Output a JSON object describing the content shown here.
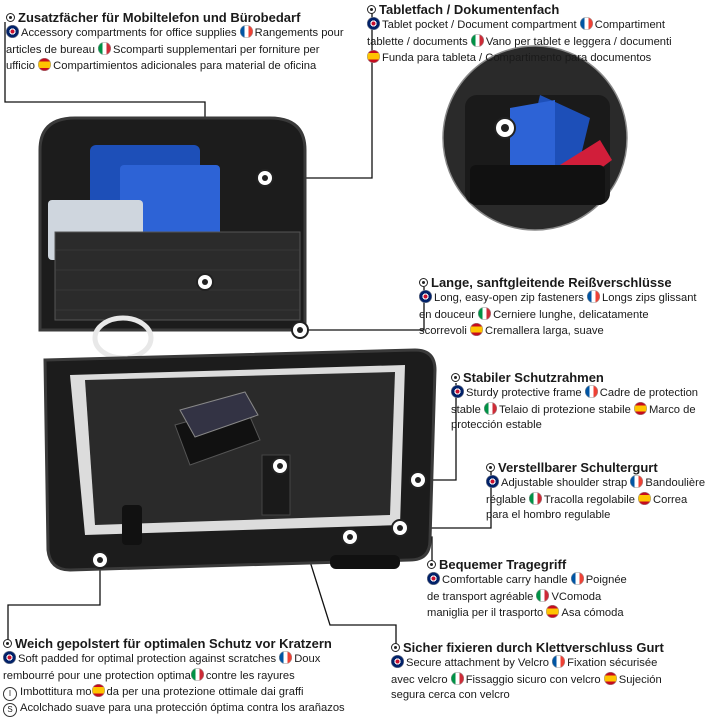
{
  "callouts": [
    {
      "id": "accessory",
      "title": "Zusatzfächer für Mobiltelefon und Bürobedarf",
      "lines": [
        [
          {
            "flag": "uk",
            "text": "Accessory compartments for office supplies "
          },
          {
            "flag": "fr",
            "text": "Rangements pour"
          }
        ],
        [
          {
            "text": "articles de bureau "
          },
          {
            "flag": "it",
            "text": "Scomparti supplementari per forniture per"
          }
        ],
        [
          {
            "text": "ufficio "
          },
          {
            "flag": "es",
            "text": "Compartimientos adicionales para material de oficina"
          }
        ]
      ]
    },
    {
      "id": "tablet",
      "title": "Tabletfach / Dokumentenfach",
      "lines": [
        [
          {
            "flag": "uk",
            "text": "Tablet pocket / Document compartment "
          },
          {
            "flag": "fr",
            "text": "Compartiment"
          }
        ],
        [
          {
            "text": "tablette / documents "
          },
          {
            "flag": "it",
            "text": "Vano per tablet e leggera / documenti"
          }
        ],
        [
          {
            "flag": "es",
            "text": "Funda para tableta / Compartimento para documentos"
          }
        ]
      ]
    },
    {
      "id": "zip",
      "title": "Lange, sanftgleitende Reißverschlüsse",
      "lines": [
        [
          {
            "flag": "uk",
            "text": "Long, easy-open zip fasteners "
          },
          {
            "flag": "fr",
            "text": "Longs zips glissant"
          }
        ],
        [
          {
            "text": "en douceur "
          },
          {
            "flag": "it",
            "text": "Cerniere lunghe, delicatamente"
          }
        ],
        [
          {
            "text": "scorrevoli "
          },
          {
            "flag": "es",
            "text": "Cremallera larga, suave"
          }
        ]
      ]
    },
    {
      "id": "frame",
      "title": "Stabiler Schutzrahmen",
      "lines": [
        [
          {
            "flag": "uk",
            "text": "Sturdy protective frame "
          },
          {
            "flag": "fr",
            "text": "Cadre de protection"
          }
        ],
        [
          {
            "text": "stable "
          },
          {
            "flag": "it",
            "text": "Telaio di protezione stabile "
          },
          {
            "flag": "es",
            "text": "Marco de"
          }
        ],
        [
          {
            "text": "protección estable"
          }
        ]
      ]
    },
    {
      "id": "strap",
      "title": "Verstellbarer Schultergurt",
      "lines": [
        [
          {
            "flag": "uk",
            "text": "Adjustable shoulder strap "
          },
          {
            "flag": "fr",
            "text": "Bandoulière"
          }
        ],
        [
          {
            "text": "réglable "
          },
          {
            "flag": "it",
            "text": "Tracolla regolabile "
          },
          {
            "flag": "es",
            "text": "Correa"
          }
        ],
        [
          {
            "text": "para el hombro regulable"
          }
        ]
      ]
    },
    {
      "id": "handle",
      "title": "Bequemer Tragegriff",
      "lines": [
        [
          {
            "flag": "uk",
            "text": "Comfortable carry handle "
          },
          {
            "flag": "fr",
            "text": "Poignée"
          }
        ],
        [
          {
            "text": "de transport agréable "
          },
          {
            "flag": "it",
            "text": "VComoda"
          }
        ],
        [
          {
            "text": "maniglia per il trasporto "
          },
          {
            "flag": "es",
            "text": "Asa cómoda"
          }
        ]
      ]
    },
    {
      "id": "padded",
      "title": "Weich gepolstert für optimalen Schutz vor Kratzern",
      "lines": [
        [
          {
            "flag": "uk",
            "text": "Soft padded for optimal protection against scratches "
          },
          {
            "flag": "fr",
            "text": "Doux"
          }
        ],
        [
          {
            "text": "rembourré pour une protection optima"
          },
          {
            "flag": "it",
            "text": "contre les rayures"
          }
        ],
        [
          {
            "glyph": "I",
            "text": "Imbottitura mo"
          },
          {
            "flag": "es",
            "text": "da per una protezione ottimale dai graffi"
          }
        ],
        [
          {
            "glyph": "S",
            "text": "Acolchado suave para una protección óptima contra los arañazos"
          }
        ]
      ]
    },
    {
      "id": "velcro",
      "title": "Sicher fixieren durch Klettverschluss Gurt",
      "lines": [
        [
          {
            "flag": "uk",
            "text": "Secure attachment by Velcro "
          },
          {
            "flag": "fr",
            "text": "Fixation sécurisée"
          }
        ],
        [
          {
            "text": "avec velcro "
          },
          {
            "flag": "it",
            "text": "Fissaggio sicuro con velcro "
          },
          {
            "flag": "es",
            "text": "Sujeción"
          }
        ],
        [
          {
            "text": "segura cerca con velcro"
          }
        ]
      ]
    }
  ],
  "colors": {
    "bag": "#1c1c1c",
    "bagEdge": "#3a3a3a",
    "binderBlue": "#1d4fb8",
    "folderRed": "#d11e3a",
    "leader": "#111111"
  }
}
